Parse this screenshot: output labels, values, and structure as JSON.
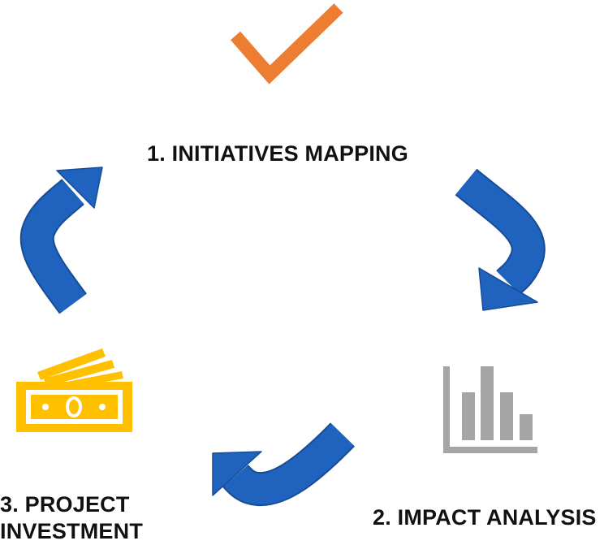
{
  "stages": [
    {
      "label": "1. INITIATIVES MAPPING",
      "icon": "checkmark-icon"
    },
    {
      "label": "2. IMPACT ANALYSIS",
      "icon": "bar-chart-icon"
    },
    {
      "label_line1": "3. PROJECT",
      "label_line2": "INVESTMENT",
      "icon": "money-bills-icon"
    }
  ],
  "colors": {
    "checkmark": "#ED7D31",
    "arrow": "#1F63BE",
    "arrow_outline": "#174C96",
    "chart": "#A5A5A5",
    "money": "#FFC000",
    "text": "#111111"
  }
}
